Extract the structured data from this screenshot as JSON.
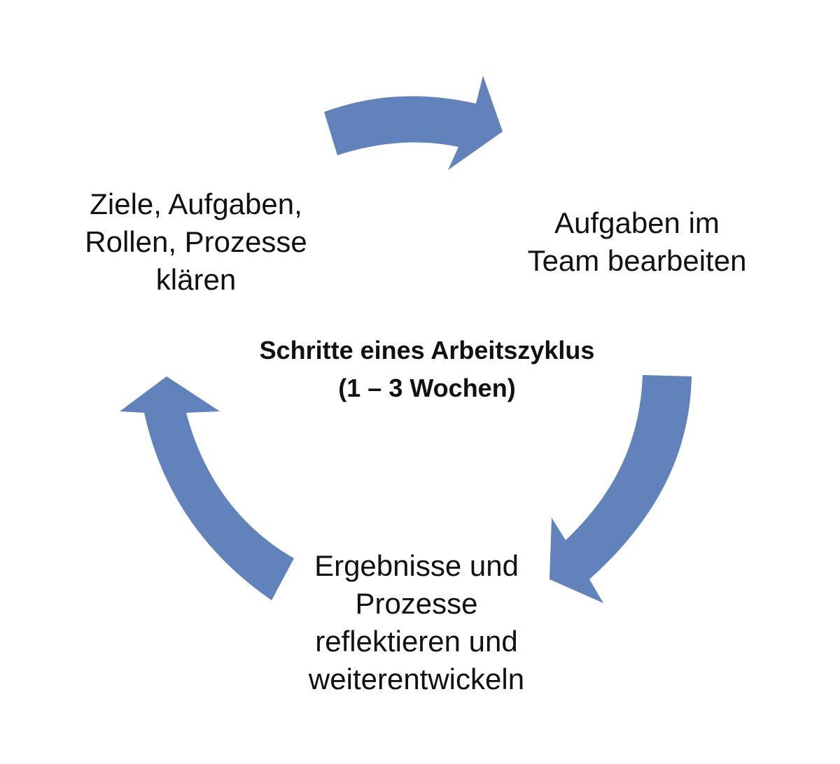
{
  "diagram": {
    "type": "cycle",
    "arrow_color": "#6282BC",
    "center_title": {
      "line1": "Schritte eines Arbeitszyklus",
      "line2": "(1 – 3 Wochen)"
    },
    "steps": [
      {
        "lines": [
          "Ziele, Aufgaben,",
          "Rollen, Prozesse",
          "klären"
        ]
      },
      {
        "lines": [
          "Aufgaben im",
          "Team bearbeiten"
        ]
      },
      {
        "lines": [
          "Ergebnisse und",
          "Prozesse",
          "reflektieren und",
          "weiterentwickeln"
        ]
      }
    ]
  }
}
